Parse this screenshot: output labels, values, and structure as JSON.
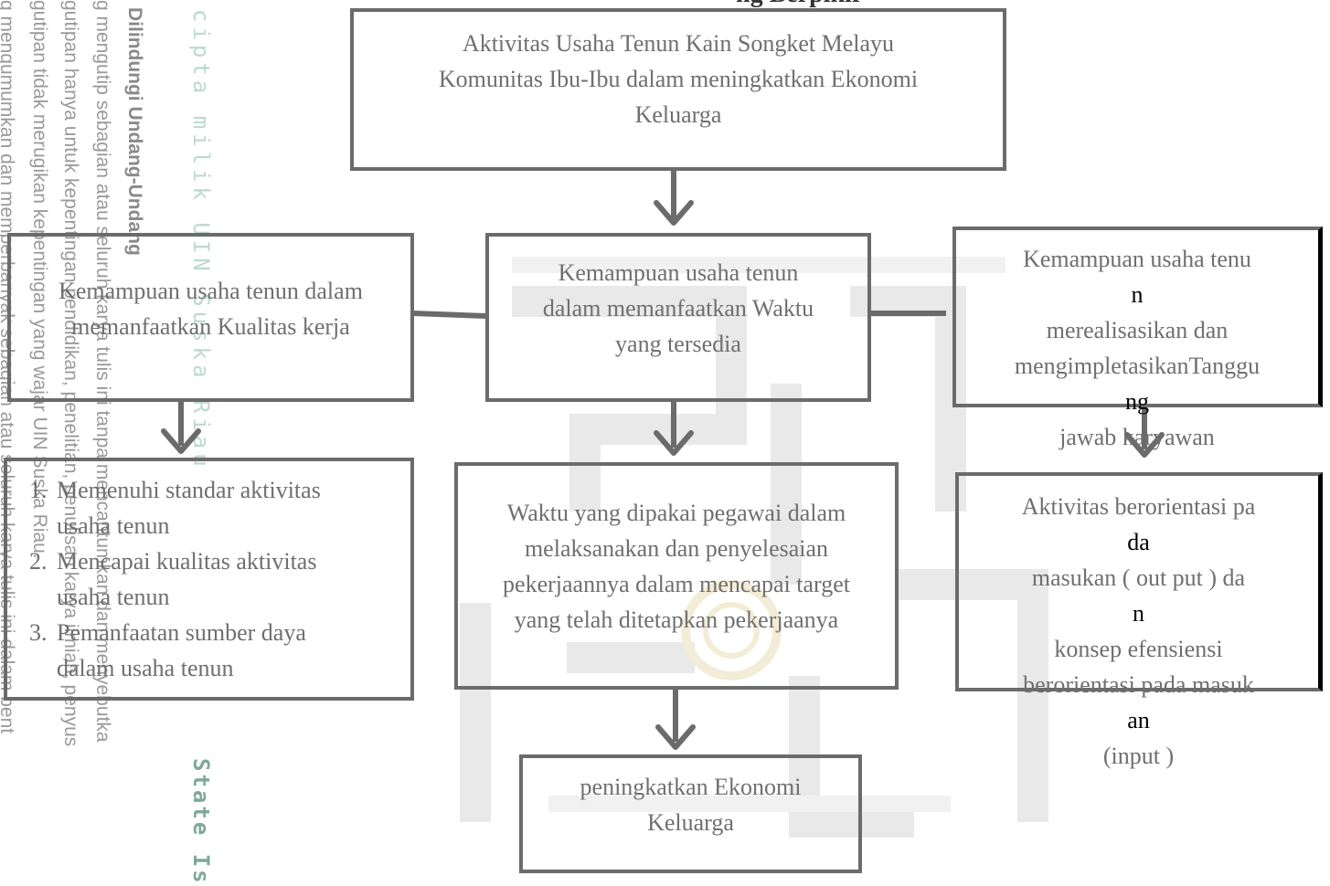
{
  "watermark": {
    "law_lines": [
      "g mengumumkan dan memperbanyak sebagian atau seluruh karya tulis ini dalam bent",
      "gutipan tidak merugikan kepentingan yang wajar UIN Suska Riau.",
      "gutipan hanya untuk kepentingan pendidikan, penelitian, penulisan karya ilmiah, penyus",
      "g mengutip sebagian atau seluruh karya tulis ini tanpa mencantumkan dan menyebutka"
    ],
    "law_title": "Dilindungi Undang-Undang",
    "cipta_text": "cipta milik UIN Suska Riau",
    "state_text": "State Is"
  },
  "diagram": {
    "top_heading": "ng Berpikir",
    "nodes": {
      "top": {
        "lines": [
          "Aktivitas Usaha Tenun Kain Songket Melayu",
          "Komunitas Ibu-Ibu dalam meningkatkan Ekonomi",
          "Keluarga"
        ]
      },
      "left_mid": {
        "lines": [
          "Kemampuan usaha tenun dalam",
          "memanfaatkan Kualitas kerja"
        ]
      },
      "center_mid": {
        "lines": [
          "Kemampuan usaha tenun",
          "dalam memanfaatkan Waktu",
          "yang tersedia"
        ]
      },
      "right_mid": {
        "line1": "Kemampuan usaha tenu",
        "line1_end": "n",
        "line2": "merealisasikan  dan",
        "line3": "mengimpletasikanTanggu",
        "line3_end": "ng",
        "line4": "jawab karyawan"
      },
      "left_bottom": {
        "items": [
          {
            "num": "1.",
            "l1": "Memenuhi standar  aktivitas",
            "l2": "usaha tenun"
          },
          {
            "num": "2.",
            "l1": "Mencapai  kualitas aktivitas",
            "l2": "usaha tenun"
          },
          {
            "num": "3.",
            "l1": "Pemanfaatan sumber daya",
            "l2": "dalam usaha tenun"
          }
        ]
      },
      "center_bottom": {
        "lines": [
          "Waktu yang dipakai pegawai dalam",
          "melaksanakan dan penyelesaian",
          "pekerjaannya  dalam mencapai target",
          "yang telah ditetapkan pekerjaanya"
        ]
      },
      "right_bottom": {
        "line1": "Aktivitas  berorientasi pa",
        "line1_end": "da",
        "line2": "masukan ( out put ) da",
        "line2_end": "n",
        "line3": "konsep efensiensi",
        "line4": "berorientasi pada masuk",
        "line4_end": "an",
        "line5": "(input )"
      },
      "final": {
        "lines": [
          "peningkatkan Ekonomi",
          "Keluarga"
        ]
      }
    }
  }
}
